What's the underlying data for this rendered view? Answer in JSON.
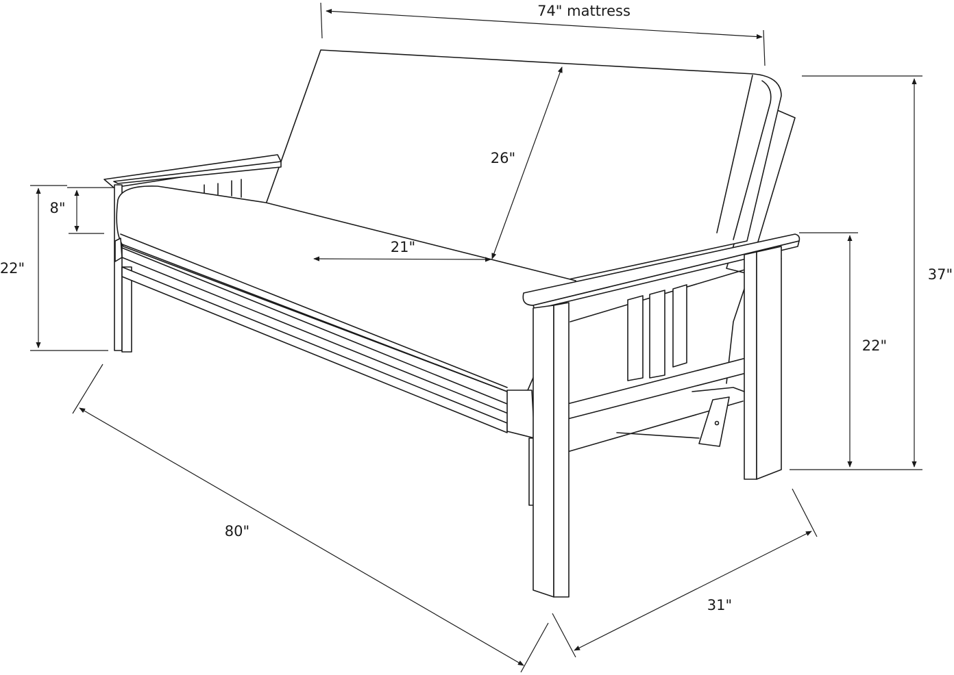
{
  "diagram": {
    "dimensions": {
      "mattress_width": "74\" mattress",
      "back_height": "26\"",
      "seat_depth": "21\"",
      "mattress_thickness": "8\"",
      "seat_height_left": "22\"",
      "arm_height": "22\"",
      "total_height": "37\"",
      "total_width": "80\"",
      "total_depth": "31\""
    },
    "line_color": "#1a1a1a",
    "background": "#ffffff"
  }
}
